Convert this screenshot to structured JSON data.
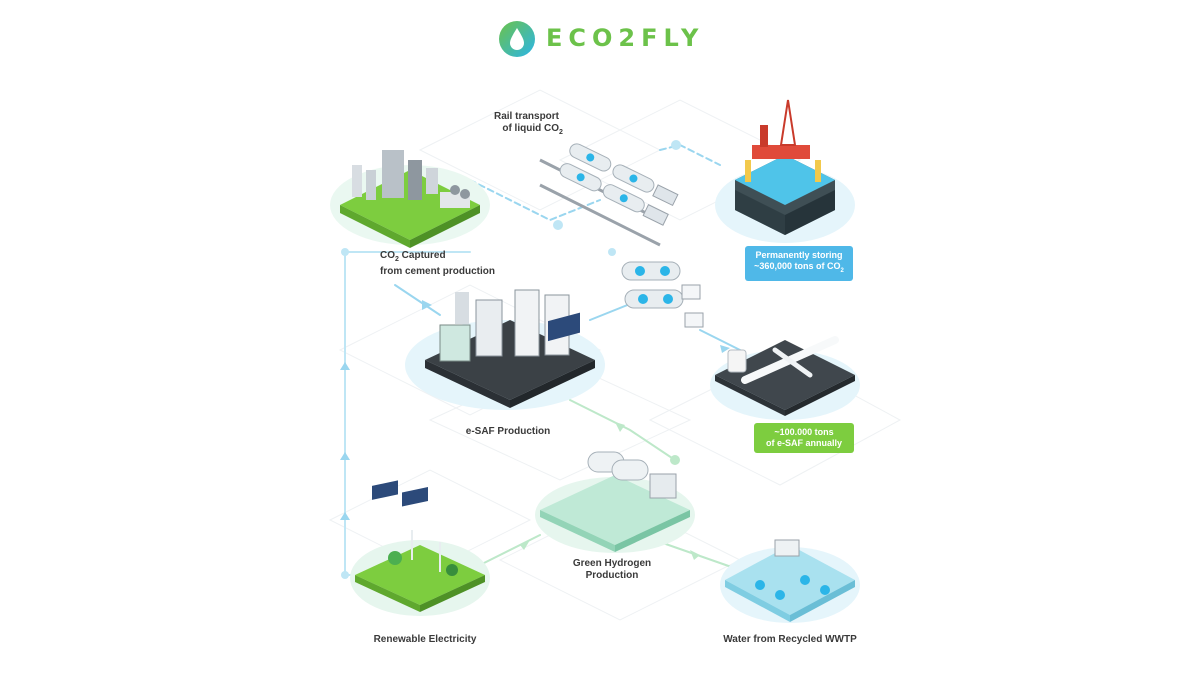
{
  "brand": {
    "name": "ECO2FLY",
    "colors": {
      "green": "#6cc24a",
      "blue": "#2bb5e8",
      "flow": "#bfe6f5",
      "hydrogen_flow": "#bde8c9"
    }
  },
  "nodes": {
    "rail": {
      "line1": "Rail transport",
      "line2": "of liquid CO",
      "sub": "2"
    },
    "co2_capture": {
      "prefix": "CO",
      "sub": "2",
      "line1_rest": " Captured",
      "line2": "from cement production"
    },
    "storage": {
      "line1": "Permanently storing",
      "line2": "~360,000 tons of CO",
      "sub": "2",
      "color": "#4fb8e8"
    },
    "esaf_production": {
      "label": "e-SAF Production"
    },
    "esaf_output": {
      "line1": "~100.000 tons",
      "line2": "of e-SAF annually",
      "color": "#7dcd3f"
    },
    "hydrogen": {
      "line1": "Green Hydrogen",
      "line2": "Production"
    },
    "renewable": {
      "label": "Renewable Electricity"
    },
    "water": {
      "label": "Water from Recycled WWTP"
    }
  }
}
